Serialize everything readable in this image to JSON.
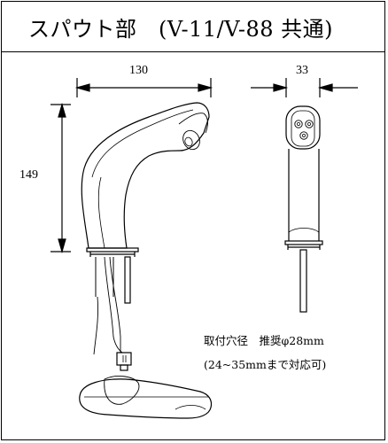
{
  "title": "スパウト部　(V-11/V-88 共通)",
  "dimensions": {
    "width_front": "130",
    "width_side": "33",
    "height": "149"
  },
  "notes": {
    "hole_spec": "取付穴径　推奨φ28mm",
    "range": "(24~35mmまで対応可)"
  }
}
